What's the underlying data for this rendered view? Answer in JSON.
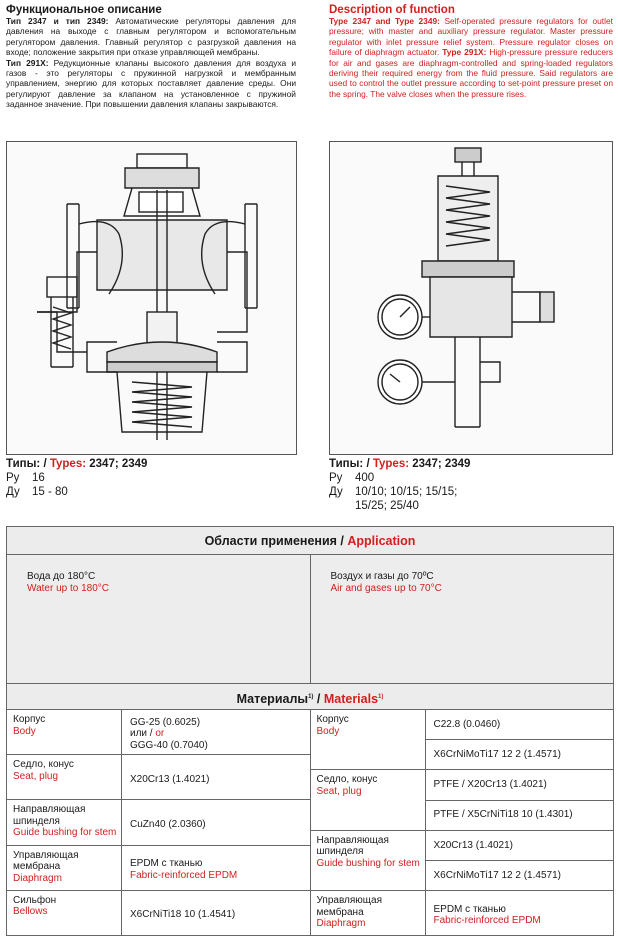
{
  "desc_ru": {
    "title": "Функциональное описание",
    "p1_bold": "Тип 2347 и тип 2349:",
    "p1_text": " Автоматические регуляторы давления для давления на выходе с главным регулятором и вспомогательным регулятором давления. Главный регулятор с разгрузкой давления на входе; положение закрытия при отказе управляющей мембраны.",
    "p2_bold": "Тип 291Х:",
    "p2_text": " Редукционные клапаны высокого давления для воздуха и газов - это регуляторы с пружинной нагрузкой и мембранным управлением, энергию для которых поставляет давление среды. Они регулируют давление за клапаном на установленное с пружиной заданное значение. При повышении давления клапаны закрываются."
  },
  "desc_en": {
    "title": "Description of function",
    "p1_bold": "Type 2347 and Type 2349:",
    "p1_text": " Self-operated pressure regulators for outlet pressure; with master and auxiliary pressure regulator. Master pressure regulator with inlet pressure relief system. Pressure regulator closes on failure of diaphragm actuator.",
    "p2_bold": "Type 291X:",
    "p2_text": " High-pressure pressure reducers for air and gases are diaphragm-controlled and spring-loaded regulators deriving their required energy from the fluid pressure. Said regulators are used to control the outlet pressure according to set-point pressure preset on the spring. The valve closes when the pressure rises."
  },
  "types_left": {
    "prefix": "Типы: / ",
    "types_word": "Types:",
    "numbers": " 2347; 2349",
    "py_key": "Ру",
    "py_val": "16",
    "dn_key": "Ду",
    "dn_val": "15 - 80"
  },
  "types_right": {
    "prefix": "Типы: / ",
    "types_word": "Types:",
    "numbers": " 2347; 2349",
    "py_key": "Ру",
    "py_val": "400",
    "dn_key": "Ду",
    "dn_val": "10/10; 10/15; 15/15;",
    "dn_val2": "15/25; 25/40"
  },
  "application": {
    "head_ru": "Области применения / ",
    "head_en": "Application",
    "left_ru": "Вода до 180°C",
    "left_en": "Water up to 180°C",
    "right_ru": "Воздух и газы до 70ºC",
    "right_en": "Air and gases up to 70°C"
  },
  "materials": {
    "head_ru": "Материалы",
    "head_sup": "1)",
    "head_sep": " / ",
    "head_en": "Materials",
    "left": [
      {
        "ru": "Корпус",
        "en": "Body",
        "vals": [
          {
            "t": "GG-25 (0.6025)",
            "r": false
          },
          {
            "t": "или / ",
            "r": false,
            "tr": "or"
          },
          {
            "t": "GGG-40 (0.7040)",
            "r": false
          }
        ]
      },
      {
        "ru": "Седло, конус",
        "en": "Seat, plug",
        "vals": [
          {
            "t": "X20Cr13 (1.4021)",
            "r": false
          }
        ]
      },
      {
        "ru": "Направляющая шпинделя",
        "en": "Guide bushing for stem",
        "vals": [
          {
            "t": "CuZn40 (2.0360)",
            "r": false
          }
        ]
      },
      {
        "ru": "Управляющая мембрана",
        "en": "Diaphragm",
        "vals": [
          {
            "t": "EPDM с тканью",
            "r": false
          },
          {
            "t": "Fabric-reinforced EPDM",
            "r": true
          }
        ]
      },
      {
        "ru": "Сильфон",
        "en": "Bellows",
        "vals": [
          {
            "t": "X6CrNiTi18 10 (1.4541)",
            "r": false
          }
        ]
      }
    ],
    "right": [
      {
        "ru": "Корпус",
        "en": "Body",
        "subs": [
          "C22.8 (0.0460)",
          "X6CrNiMoTi17 12 2 (1.4571)"
        ]
      },
      {
        "ru": "Седло, конус",
        "en": "Seat, plug",
        "subs": [
          "PTFE / X20Cr13 (1.4021)",
          "PTFE / X5CrNiTi18 10 (1.4301)"
        ]
      },
      {
        "ru": "Направляющая шпинделя",
        "en": "Guide bushing for stem",
        "subs": [
          "X20Cr13 (1.4021)",
          "X6CrNiMoTi17 12 2 (1.4571)"
        ]
      },
      {
        "ru": "Управляющая мембрана",
        "en": "Diaphragm",
        "vals": [
          {
            "t": "EPDM с тканью",
            "r": false
          },
          {
            "t": "Fabric-reinforced EPDM",
            "r": true
          }
        ]
      }
    ]
  }
}
